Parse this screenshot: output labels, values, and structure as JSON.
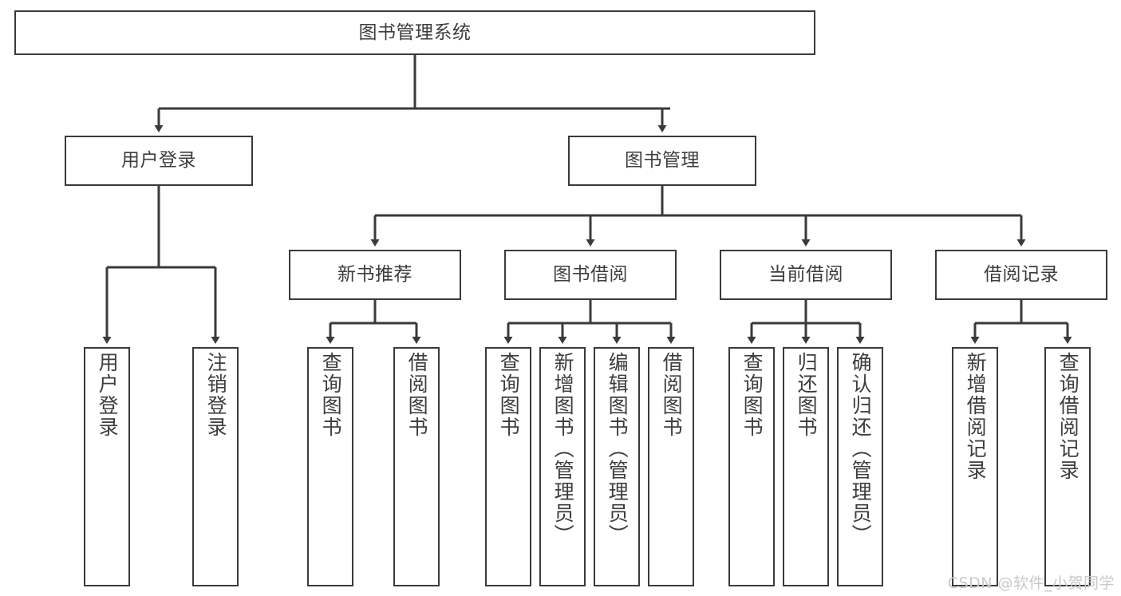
{
  "diagram": {
    "title": "图书管理系统",
    "type": "tree-hierarchy-diagram",
    "watermark": "CSDN @软件_小贺同学",
    "colors": {
      "stroke": "#3a3a3a",
      "text": "#3d3d3d",
      "background": "#ffffff",
      "watermark": "#c9c9c9"
    },
    "root": {
      "label": "图书管理系统"
    },
    "level2": [
      {
        "label": "用户登录"
      },
      {
        "label": "图书管理"
      }
    ],
    "level3": [
      {
        "label": "新书推荐"
      },
      {
        "label": "图书借阅"
      },
      {
        "label": "当前借阅"
      },
      {
        "label": "借阅记录"
      }
    ],
    "leaves": {
      "user_login": [
        {
          "label": "用户登录"
        },
        {
          "label": "注销登录"
        }
      ],
      "new_book_recommend": [
        {
          "label": "查询图书"
        },
        {
          "label": "借阅图书"
        }
      ],
      "book_borrow": [
        {
          "label": "查询图书"
        },
        {
          "label": "新增图书（管理员）"
        },
        {
          "label": "编辑图书（管理员）"
        },
        {
          "label": "借阅图书"
        }
      ],
      "current_borrow": [
        {
          "label": "查询图书"
        },
        {
          "label": "归还图书"
        },
        {
          "label": "确认归还（管理员）"
        }
      ],
      "borrow_record": [
        {
          "label": "新增借阅记录"
        },
        {
          "label": "查询借阅记录"
        }
      ]
    }
  }
}
